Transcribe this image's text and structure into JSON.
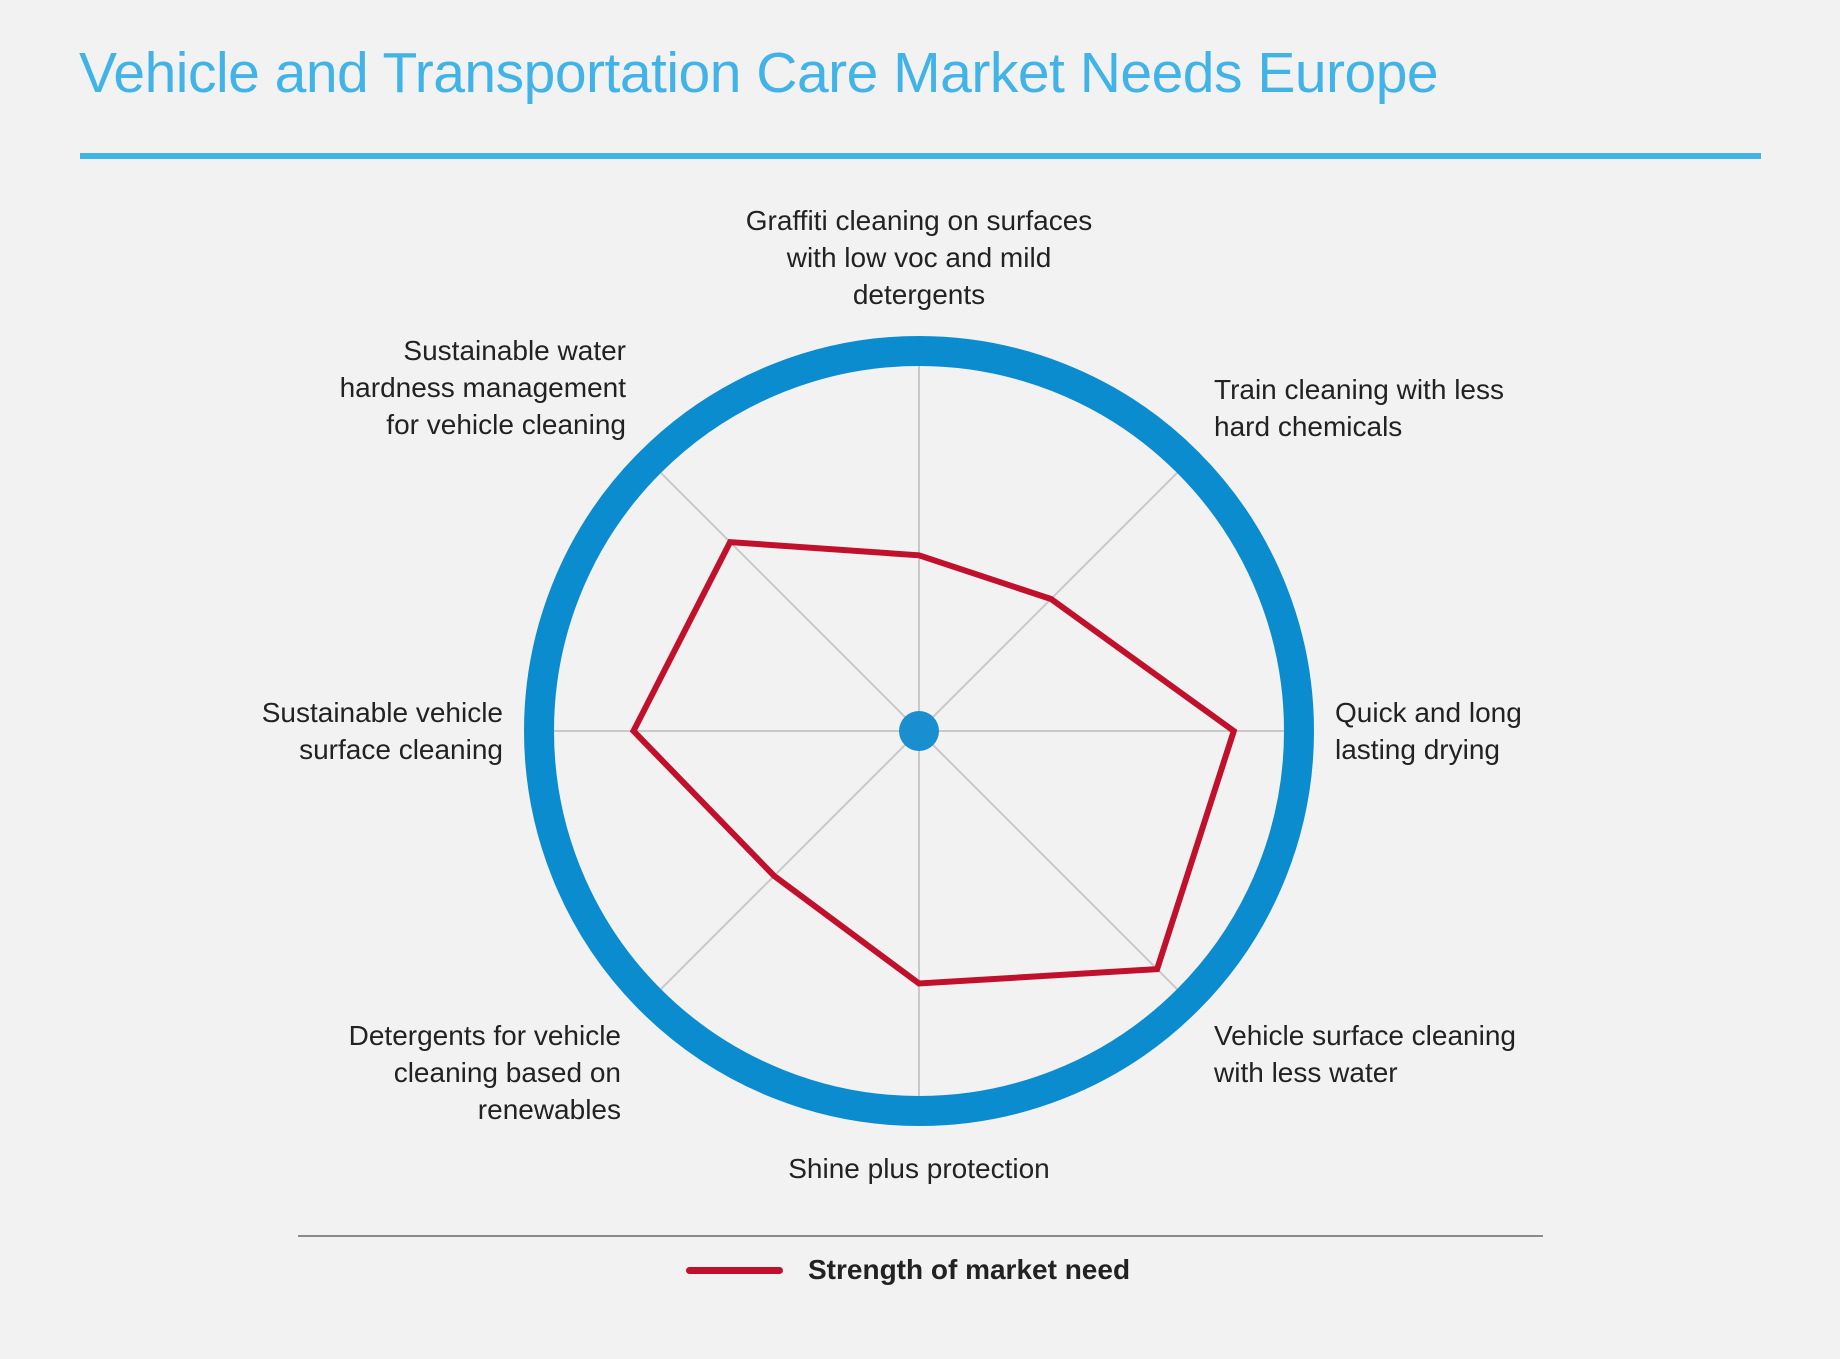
{
  "title": "Vehicle and Transportation Care Market Needs Europe",
  "colors": {
    "title": "#41b3e6",
    "ring": "#0b8ccf",
    "series": "#c0102b",
    "spokes": "#c8c8c8",
    "center_dot": "#1a8fd0"
  },
  "chart_data": {
    "type": "radar",
    "title": "Vehicle and Transportation Care Market Needs Europe",
    "categories": [
      [
        "Graffiti cleaning on surfaces",
        "with low voc and mild",
        "detergents"
      ],
      [
        "Train cleaning with less",
        "hard chemicals"
      ],
      [
        "Quick and long",
        "lasting drying"
      ],
      [
        "Vehicle surface cleaning",
        "with less water"
      ],
      [
        "Shine plus protection"
      ],
      [
        "Detergents for vehicle",
        "cleaning based on",
        "renewables"
      ],
      [
        "Sustainable vehicle",
        "surface cleaning"
      ],
      [
        "Sustainable water",
        "hardness management",
        "for vehicle cleaning"
      ]
    ],
    "series": [
      {
        "name": "Strength of market need",
        "values": [
          0.48,
          0.51,
          0.86,
          0.92,
          0.69,
          0.56,
          0.78,
          0.73
        ]
      }
    ],
    "rmax": 1,
    "grid": false,
    "legend_position": "bottom"
  },
  "legend": {
    "label": "Strength of market need"
  }
}
